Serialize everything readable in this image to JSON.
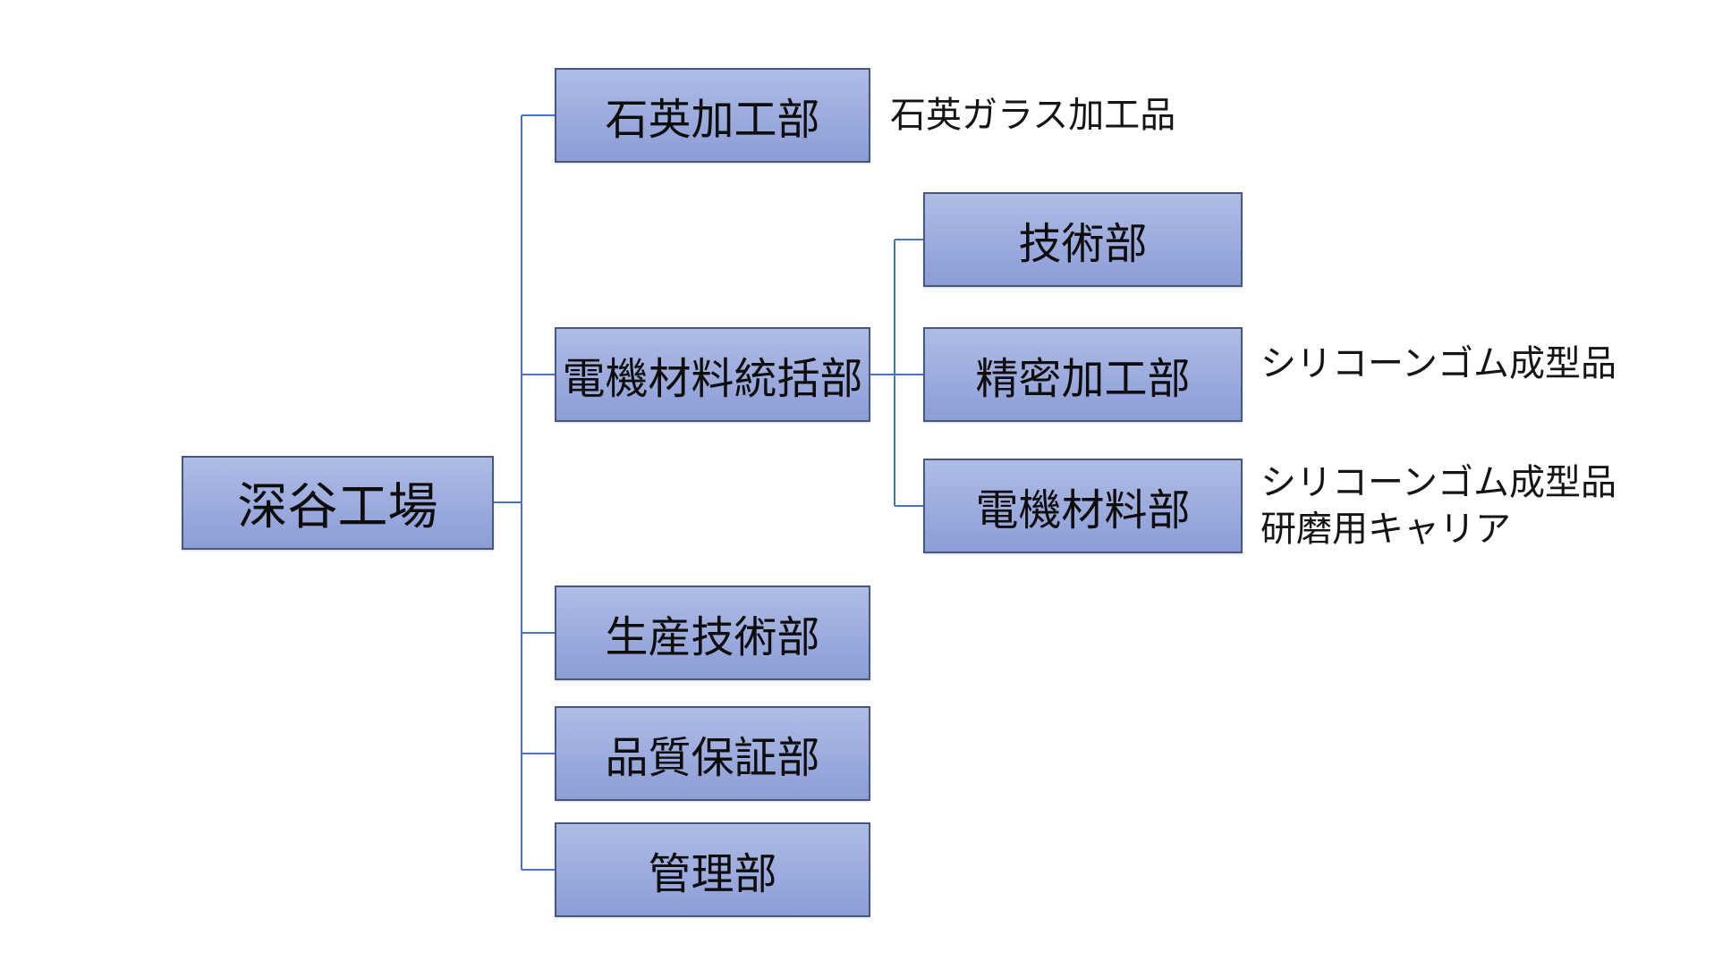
{
  "diagram": {
    "title_hint": "factory-organization-chart",
    "root": {
      "label": "深谷工場"
    },
    "departments": [
      {
        "label": "石英加工部",
        "note": "石英ガラス加工品"
      },
      {
        "label": "電機材料統括部",
        "sub_departments": [
          {
            "label": "技術部"
          },
          {
            "label": "精密加工部",
            "note": "シリコーンゴム成型品"
          },
          {
            "label": "電機材料部",
            "note": "シリコーンゴム成型品\n研磨用キャリア"
          }
        ]
      },
      {
        "label": "生産技術部"
      },
      {
        "label": "品質保証部"
      },
      {
        "label": "管理部"
      }
    ],
    "colors": {
      "box_fill_top": "#b0bce7",
      "box_fill_bottom": "#8c9dd6",
      "box_border": "#48587c",
      "connector": "#4a72c4",
      "text": "#0d0d0d",
      "background": "#ffffff"
    }
  }
}
